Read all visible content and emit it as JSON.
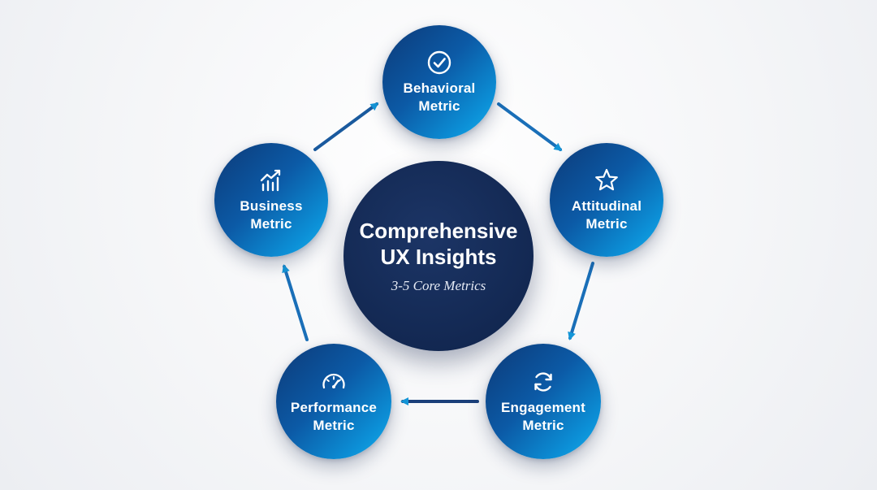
{
  "center": {
    "title_line1": "Comprehensive",
    "title_line2": "UX Insights",
    "subtitle": "3-5 Core Metrics"
  },
  "nodes": [
    {
      "id": "behavioral",
      "icon": "check-circle-icon",
      "line1": "Behavioral",
      "line2": "Metric"
    },
    {
      "id": "attitudinal",
      "icon": "star-icon",
      "line1": "Attitudinal",
      "line2": "Metric"
    },
    {
      "id": "engagement",
      "icon": "refresh-cycle-icon",
      "line1": "Engagement",
      "line2": "Metric"
    },
    {
      "id": "performance",
      "icon": "speedometer-gauge-icon",
      "line1": "Performance",
      "line2": "Metric"
    },
    {
      "id": "business",
      "icon": "growth-chart-icon",
      "line1": "Business",
      "line2": "Metric"
    }
  ],
  "flow": [
    {
      "from": "behavioral",
      "to": "attitudinal"
    },
    {
      "from": "attitudinal",
      "to": "engagement"
    },
    {
      "from": "engagement",
      "to": "performance"
    },
    {
      "from": "performance",
      "to": "business"
    },
    {
      "from": "business",
      "to": "behavioral"
    }
  ],
  "colors": {
    "node_gradient_start": "#0d3a78",
    "node_gradient_end": "#16b2ee",
    "center_fill": "#142a55",
    "arrow_start": "#1a3f7a",
    "arrow_end": "#1496d8"
  }
}
